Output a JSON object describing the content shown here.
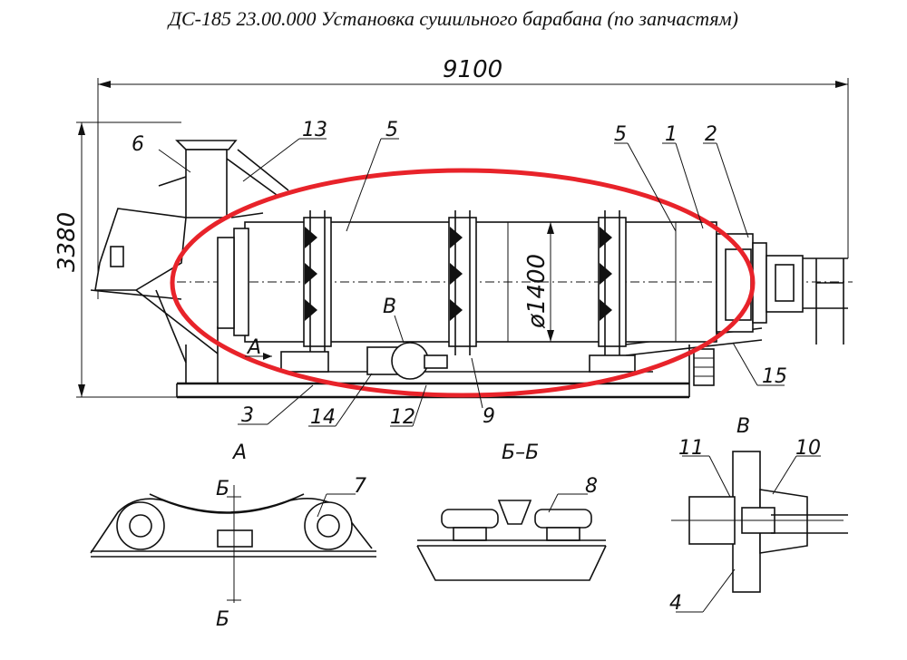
{
  "title": "ДС-185 23.00.000 Установка сушильного барабана (по запчастям)",
  "dimensions": {
    "length": "9100",
    "height": "3380",
    "diameter": "ø1400"
  },
  "part_labels": {
    "p1": "1",
    "p2": "2",
    "p3": "3",
    "p4": "4",
    "p5a": "5",
    "p5b": "5",
    "p6": "6",
    "p7": "7",
    "p8": "8",
    "p9": "9",
    "p10": "10",
    "p11": "11",
    "p12": "12",
    "p13": "13",
    "p14": "14",
    "p15": "15"
  },
  "view_labels": {
    "arrow_a": "A",
    "detail_v": "B",
    "view_a": "A",
    "view_bb": "Б–Б",
    "view_v": "B",
    "cut_b_top": "Б",
    "cut_b_bottom": "Б"
  },
  "highlight": {
    "color": "#e8232a"
  }
}
